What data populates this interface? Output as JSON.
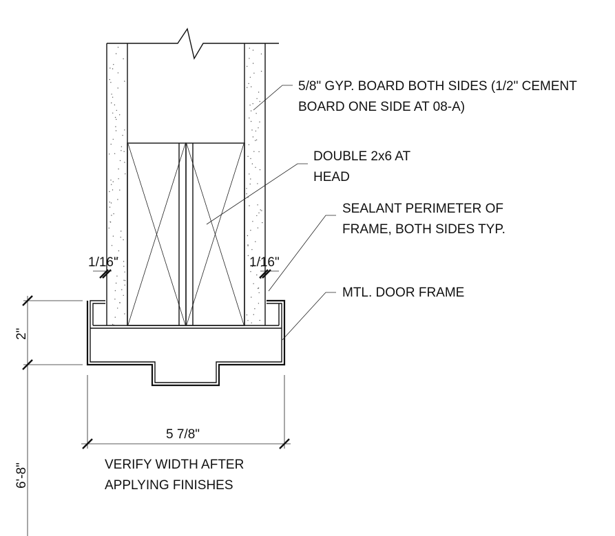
{
  "labels": {
    "gyp_board_line1": "5/8\" GYP. BOARD BOTH SIDES (1/2\" CEMENT",
    "gyp_board_line2": "BOARD ONE SIDE AT 08-A)",
    "double_2x6_line1": "DOUBLE 2x6 AT",
    "double_2x6_line2": "HEAD",
    "sealant_line1": "SEALANT PERIMETER OF",
    "sealant_line2": "FRAME, BOTH SIDES TYP.",
    "door_frame": "MTL. DOOR FRAME",
    "gap_left": "1/16\"",
    "gap_right": "1/16\"",
    "dim_width": "5 7/8\"",
    "dim_height_2": "2\"",
    "dim_height_door": "6'-8\"",
    "verify_line1": "VERIFY WIDTH AFTER",
    "verify_line2": "APPLYING FINISHES"
  }
}
